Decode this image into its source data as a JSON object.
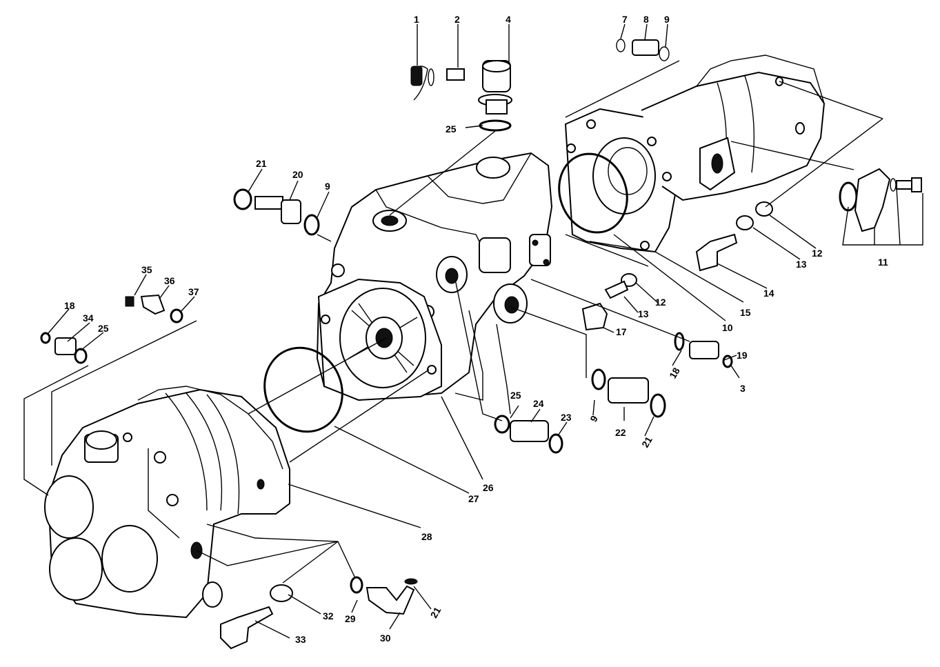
{
  "callouts": [
    {
      "id": "c1",
      "label": "1"
    },
    {
      "id": "c2",
      "label": "2"
    },
    {
      "id": "c4",
      "label": "4"
    },
    {
      "id": "c25a",
      "label": "25"
    },
    {
      "id": "c7",
      "label": "7"
    },
    {
      "id": "c8",
      "label": "8"
    },
    {
      "id": "c9a",
      "label": "9"
    },
    {
      "id": "c21a",
      "label": "21"
    },
    {
      "id": "c20",
      "label": "20"
    },
    {
      "id": "c9b",
      "label": "9"
    },
    {
      "id": "c35",
      "label": "35"
    },
    {
      "id": "c36",
      "label": "36"
    },
    {
      "id": "c37",
      "label": "37"
    },
    {
      "id": "c18a",
      "label": "18"
    },
    {
      "id": "c34",
      "label": "34"
    },
    {
      "id": "c25b",
      "label": "25"
    },
    {
      "id": "c12a",
      "label": "12"
    },
    {
      "id": "c13a",
      "label": "13"
    },
    {
      "id": "c11",
      "label": "11"
    },
    {
      "id": "c14",
      "label": "14"
    },
    {
      "id": "c15",
      "label": "15"
    },
    {
      "id": "c10",
      "label": "10"
    },
    {
      "id": "c12b",
      "label": "12"
    },
    {
      "id": "c13b",
      "label": "13"
    },
    {
      "id": "c17",
      "label": "17"
    },
    {
      "id": "c18b",
      "label": "18"
    },
    {
      "id": "c19",
      "label": "19"
    },
    {
      "id": "c3",
      "label": "3"
    },
    {
      "id": "c9c",
      "label": "9"
    },
    {
      "id": "c22",
      "label": "22"
    },
    {
      "id": "c21b",
      "label": "21"
    },
    {
      "id": "c25c",
      "label": "25"
    },
    {
      "id": "c24",
      "label": "24"
    },
    {
      "id": "c23",
      "label": "23"
    },
    {
      "id": "c26",
      "label": "26"
    },
    {
      "id": "c27",
      "label": "27"
    },
    {
      "id": "c28",
      "label": "28"
    },
    {
      "id": "c29",
      "label": "29"
    },
    {
      "id": "c30",
      "label": "30"
    },
    {
      "id": "c21c",
      "label": "21"
    },
    {
      "id": "c32",
      "label": "32"
    },
    {
      "id": "c33",
      "label": "33"
    }
  ]
}
